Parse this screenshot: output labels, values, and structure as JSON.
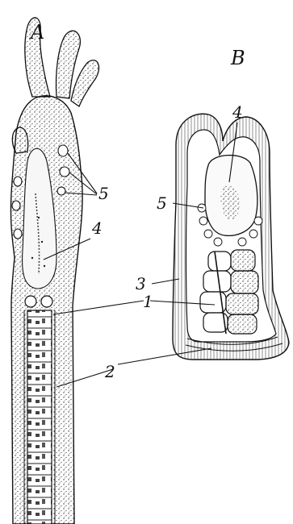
{
  "panels": [
    {
      "id": "A",
      "letter": "A"
    },
    {
      "id": "B",
      "letter": "B"
    }
  ],
  "labels": {
    "n1": "1",
    "n2": "2",
    "n3": "3",
    "n4a": "4",
    "n4b": "4",
    "n5a": "5",
    "n5b": "5"
  },
  "colors": {
    "ink": "#111111",
    "paper": "#ffffff",
    "stipple": "#333333"
  }
}
